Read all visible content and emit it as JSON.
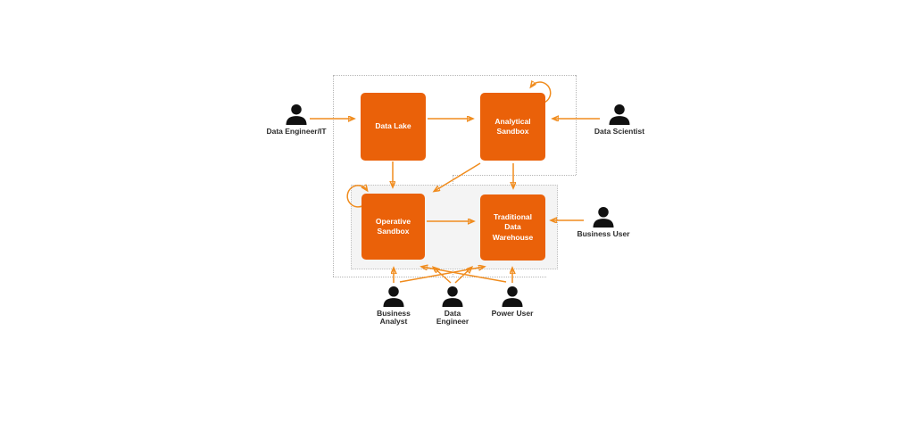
{
  "diagram": {
    "boxes": [
      {
        "label": "Data Lake"
      },
      {
        "label": "Analytical Sandbox"
      },
      {
        "label": "Operative Sandbox"
      },
      {
        "label": "Traditional Data Warehouse"
      }
    ],
    "actors": [
      {
        "label": "Data Engineer/IT"
      },
      {
        "label": "Data Scientist"
      },
      {
        "label": "Business User"
      },
      {
        "label": "Business Analyst"
      },
      {
        "label": "Data Engineer"
      },
      {
        "label": "Power User"
      }
    ],
    "colors": {
      "box_fill": "#EA6109",
      "arrow": "#F08C1E",
      "actor_icon": "#111111",
      "label_text": "#2B2B2B",
      "dotted_border": "#B5B5B5",
      "zone_fill": "#F4F4F4"
    }
  }
}
